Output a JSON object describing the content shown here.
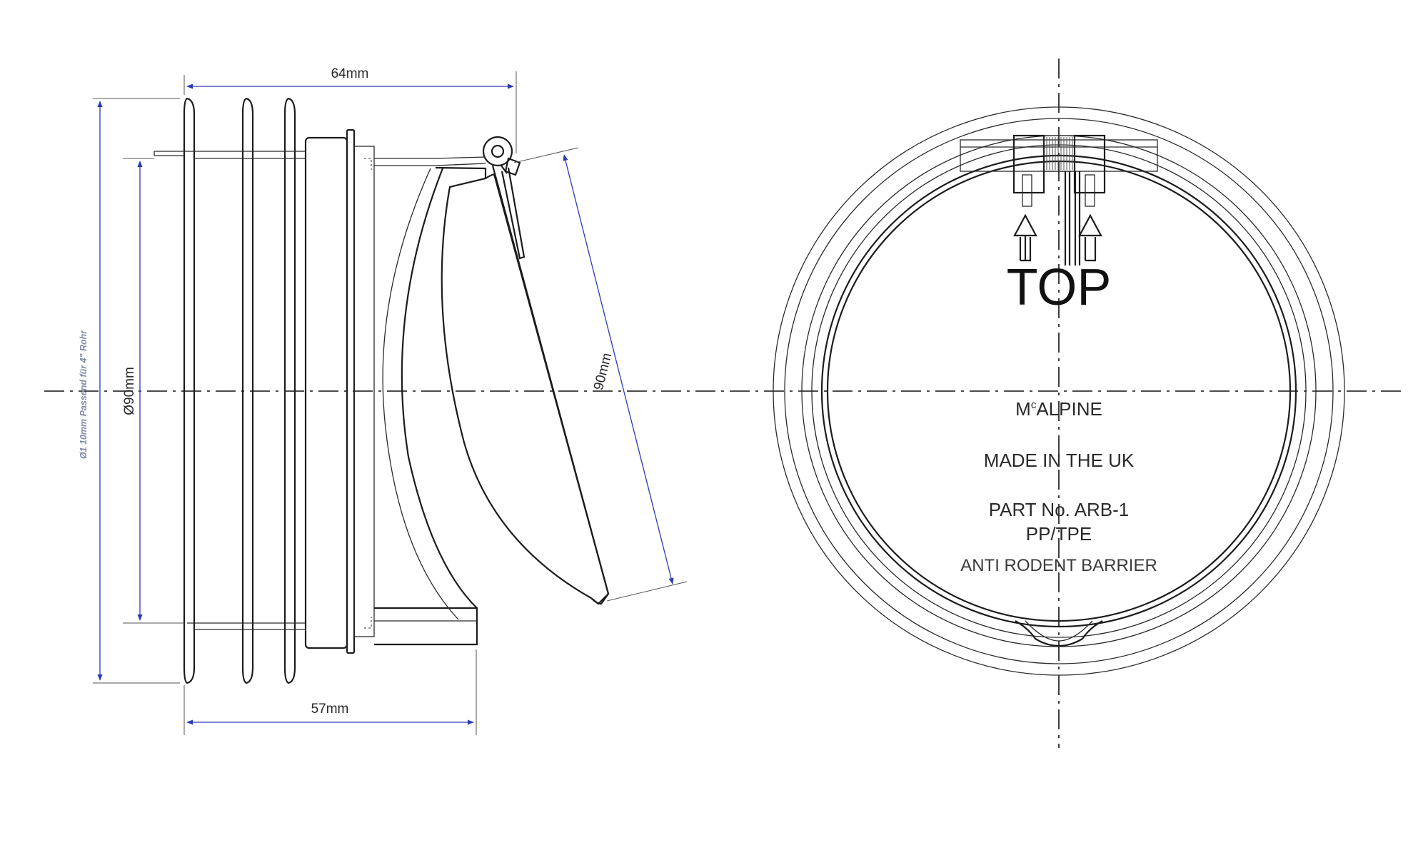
{
  "dimensions": {
    "top_length": "64mm",
    "bottom_length": "57mm",
    "inner_diameter": "Ø90mm",
    "flap_diameter": "90mm",
    "outer_note": "Ø1 10mm Passend für 4\" Rohr"
  },
  "end_view": {
    "top_marker": "TOP",
    "brand_prefix": "M",
    "brand_sup": "c",
    "brand_rest": "ALPINE",
    "made_in": "MADE IN THE UK",
    "part_no": "PART No. ARB-1",
    "material": "PP/TPE",
    "product_name": "ANTI RODENT BARRIER"
  },
  "colors": {
    "dimension_line": "#2b3bb5",
    "outline": "#1c1c1c",
    "side_note": "#7c8aa8"
  }
}
